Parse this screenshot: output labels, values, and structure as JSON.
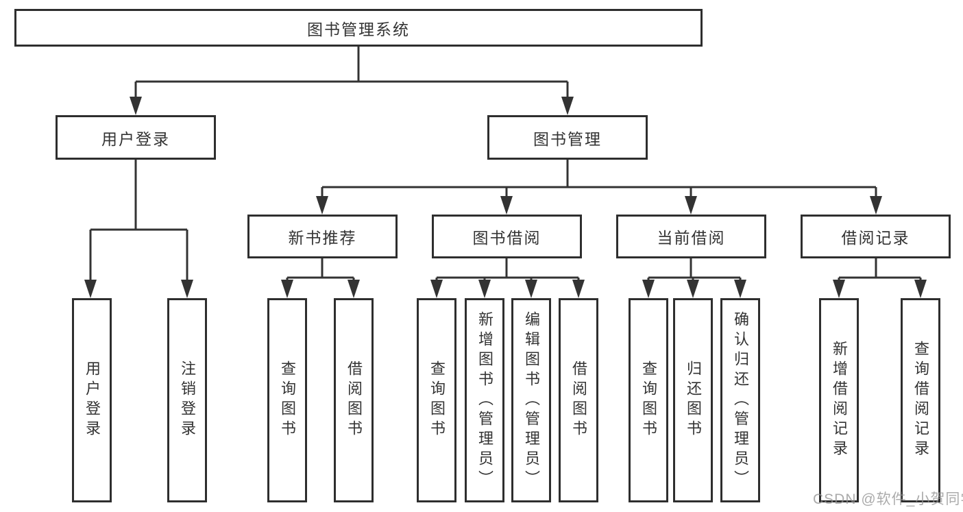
{
  "diagram": {
    "title": "图书管理系统",
    "level2": [
      {
        "id": "user-login",
        "label": "用户登录"
      },
      {
        "id": "book-management",
        "label": "图书管理"
      }
    ],
    "level3": [
      {
        "id": "new-book-recommend",
        "label": "新书推荐",
        "parent": "图书管理"
      },
      {
        "id": "book-borrow",
        "label": "图书借阅",
        "parent": "图书管理"
      },
      {
        "id": "current-borrow",
        "label": "当前借阅",
        "parent": "图书管理"
      },
      {
        "id": "borrow-records",
        "label": "借阅记录",
        "parent": "图书管理"
      }
    ],
    "leaves": [
      {
        "label": "用户登录",
        "parent": "用户登录"
      },
      {
        "label": "注销登录",
        "parent": "用户登录"
      },
      {
        "label": "查询图书",
        "parent": "新书推荐"
      },
      {
        "label": "借阅图书",
        "parent": "新书推荐"
      },
      {
        "label": "查询图书",
        "parent": "图书借阅"
      },
      {
        "label": "新增图书（管理员）",
        "parent": "图书借阅"
      },
      {
        "label": "编辑图书（管理员）",
        "parent": "图书借阅"
      },
      {
        "label": "借阅图书",
        "parent": "图书借阅"
      },
      {
        "label": "查询图书",
        "parent": "当前借阅"
      },
      {
        "label": "归还图书",
        "parent": "当前借阅"
      },
      {
        "label": "确认归还（管理员）",
        "parent": "当前借阅"
      },
      {
        "label": "新增借阅记录",
        "parent": "借阅记录"
      },
      {
        "label": "查询借阅记录",
        "parent": "借阅记录"
      }
    ]
  },
  "watermark": {
    "text": "CSDN @软件_小贺同学"
  },
  "colors": {
    "line": "#333333",
    "box_border": "#2e2e2e",
    "text": "#333333",
    "background": "#ffffff",
    "watermark": "#949494"
  }
}
